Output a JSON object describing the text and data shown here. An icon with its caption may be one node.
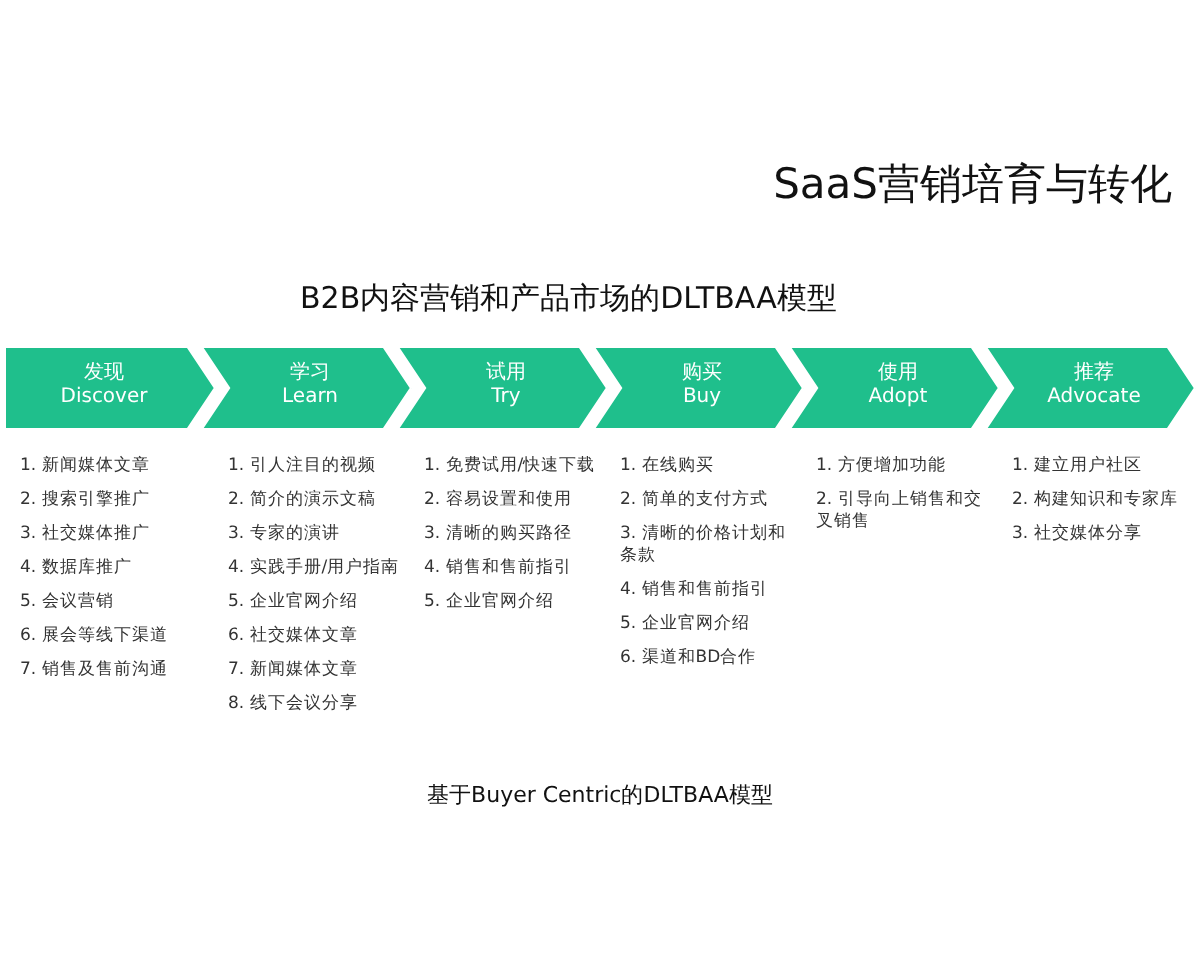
{
  "diagram": {
    "title": "SaaS营销培育与转化",
    "caption": "基于Buyer Centric的DLTBAA模型",
    "labels": [
      "B2B内容营销和产品市场的DLTBAA模型"
    ],
    "nodes": [
      {
        "text": [
          "发现",
          "Discover"
        ],
        "beside": [
          "1. 新闻媒体文章",
          "2. 搜索引擎推广",
          "3. 社交媒体推广",
          "4. 数据库推广",
          "5. 会议营销",
          "6. 展会等线下渠道",
          "7. 销售及售前沟通"
        ]
      },
      {
        "text": [
          "学习",
          "Learn"
        ],
        "beside": [
          "1. 引人注目的视频",
          "2. 简介的演示文稿",
          "3. 专家的演讲",
          "4. 实践手册/用户指南",
          "5. 企业官网介绍",
          "6. 社交媒体文章",
          "7. 新闻媒体文章",
          "8. 线下会议分享"
        ]
      },
      {
        "text": [
          "试用",
          "Try"
        ],
        "beside": [
          "1. 免费试用/快速下载",
          "2. 容易设置和使用",
          "3. 清晰的购买路径",
          "4. 销售和售前指引",
          "5. 企业官网介绍"
        ]
      },
      {
        "text": [
          "购买",
          "Buy"
        ],
        "beside": [
          "1. 在线购买",
          "2. 简单的支付方式",
          "3. 清晰的价格计划和条款",
          "4. 销售和售前指引",
          "5. 企业官网介绍",
          "6. 渠道和BD合作"
        ]
      },
      {
        "text": [
          "使用",
          "Adopt"
        ],
        "beside": [
          "1. 方便增加功能",
          "2. 引导向上销售和交叉销售"
        ]
      },
      {
        "text": [
          "推荐",
          "Advocate"
        ],
        "beside": [
          "1. 建立用户社区",
          "2. 构建知识和专家库",
          "3. 社交媒体分享"
        ]
      }
    ]
  }
}
